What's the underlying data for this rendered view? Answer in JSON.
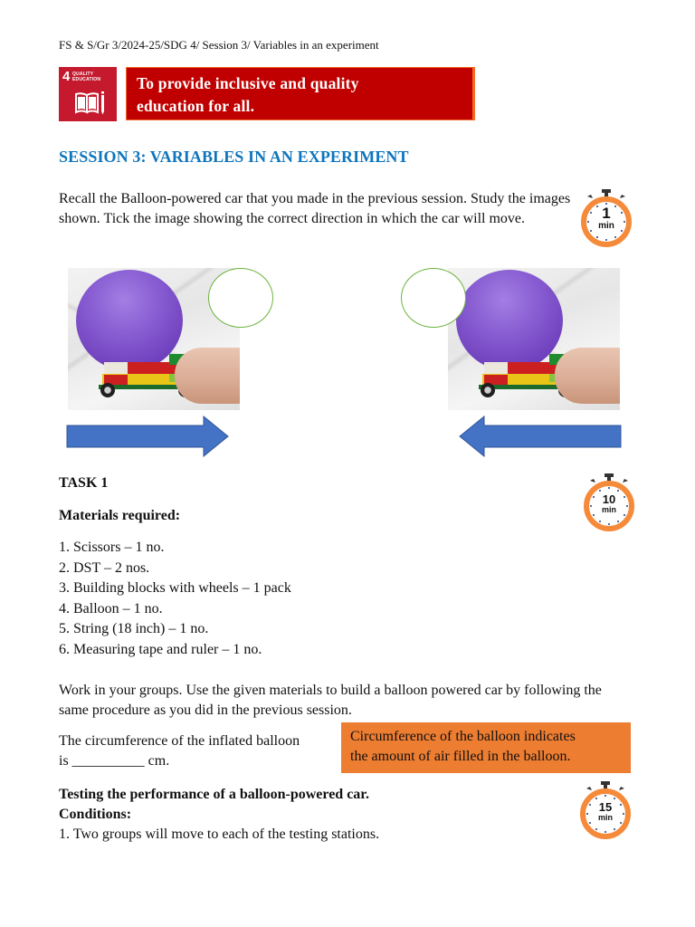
{
  "header": {
    "running_head": "FS & S/Gr 3/2024-25/SDG 4/ Session 3/ Variables in an experiment"
  },
  "sdg": {
    "logo": {
      "number": "4",
      "label_line1": "QUALITY",
      "label_line2": "EDUCATION",
      "icon": "open-book-pencil-icon",
      "color": "#c5192d"
    },
    "banner": {
      "line1": "To provide inclusive and quality",
      "line2": "education for all.",
      "background": "#c00000",
      "border": "#f26b21"
    }
  },
  "session": {
    "title": "SESSION 3: VARIABLES IN AN EXPERIMENT",
    "title_color": "#0e75bc"
  },
  "intro": {
    "text": "Recall the Balloon-powered car that you made in the previous session. Study the images shown. Tick the image showing the correct direction in which the car will move.",
    "timer": {
      "value": "1",
      "unit": "min"
    }
  },
  "images": [
    {
      "description": "Balloon-powered car built from building blocks with purple balloon",
      "tick_circle": "empty",
      "arrow_direction": "right",
      "arrow_color": "#4472c4"
    },
    {
      "description": "Balloon-powered car built from building blocks with purple balloon",
      "tick_circle": "empty",
      "arrow_direction": "left",
      "arrow_color": "#4472c4"
    }
  ],
  "task1": {
    "title": "TASK 1",
    "timer": {
      "value": "10",
      "unit": "min"
    },
    "materials_title": "Materials required:",
    "materials": [
      "1. Scissors – 1 no.",
      "2. DST – 2 nos.",
      "3. Building blocks with wheels – 1 pack",
      "4. Balloon – 1 no.",
      "5. String (18 inch) – 1 no.",
      "6. Measuring tape and ruler – 1 no."
    ],
    "instruction": "Work in your groups. Use the given materials to build a balloon powered car by following the same procedure as you did in the previous session.",
    "circumference_line1": "The circumference of the inflated balloon",
    "circumference_line2": "is __________ cm.",
    "note": {
      "line1": "Circumference of the balloon indicates",
      "line2": "the amount of air filled in the balloon.",
      "background": "#ed7d31"
    }
  },
  "testing": {
    "title": "Testing the performance of a balloon-powered car.",
    "conditions_title": "Conditions:",
    "conditions": [
      "1. Two groups will move to each of the testing stations."
    ],
    "timer": {
      "value": "15",
      "unit": "min"
    }
  }
}
